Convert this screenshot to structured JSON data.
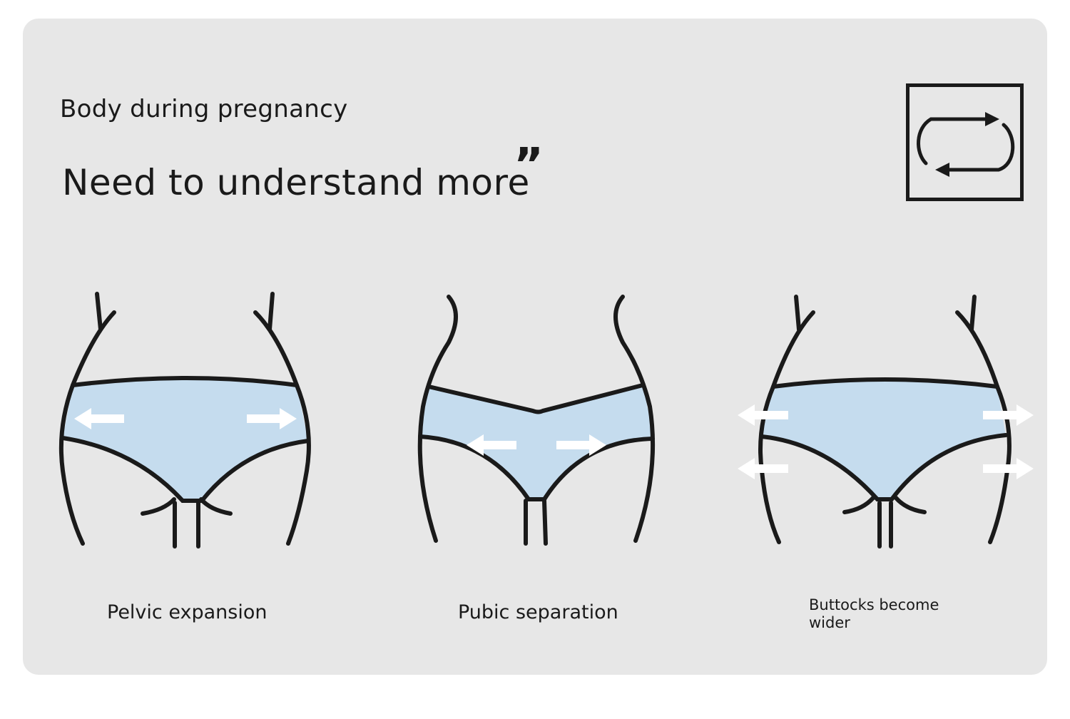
{
  "header": {
    "subtitle": "Body during pregnancy",
    "headline": "Need to understand more",
    "quote_mark": "”"
  },
  "icons": {
    "corner": "repeat-cycle-icon",
    "direction": "arrow-icon"
  },
  "panels": [
    {
      "caption": "Pelvic expansion"
    },
    {
      "caption": "Pubic separation"
    },
    {
      "caption": "Buttocks become wider"
    }
  ],
  "colors": {
    "background": "#e7e7e7",
    "fill": "#c5dcee",
    "outline": "#1a1a1a",
    "arrow": "#ffffff"
  }
}
